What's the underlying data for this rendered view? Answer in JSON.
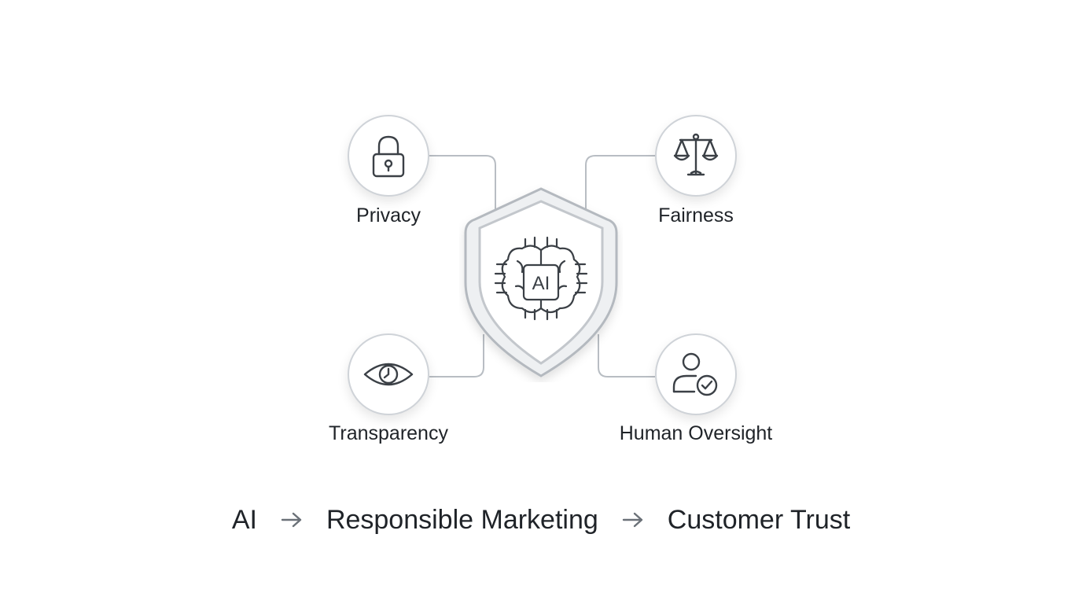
{
  "colors": {
    "icon_stroke": "#3b4046",
    "connector": "#b8bdc3",
    "node_border": "#cfd3d8",
    "shield_fill": "#eef0f2",
    "shield_outline": "#b4b9bf",
    "arrow": "#6b7178",
    "text": "#1f2328"
  },
  "center": {
    "icon": "shield-brain-chip-icon",
    "chip_text": "AI"
  },
  "principles": [
    {
      "label": "Privacy",
      "icon": "padlock-icon"
    },
    {
      "label": "Fairness",
      "icon": "balance-scale-icon"
    },
    {
      "label": "Transparency",
      "icon": "eye-icon"
    },
    {
      "label": "Human Oversight",
      "icon": "user-check-icon"
    }
  ],
  "flow": {
    "steps": [
      "AI",
      "Responsible Marketing",
      "Customer Trust"
    ],
    "arrow_icon": "arrow-right-icon"
  }
}
